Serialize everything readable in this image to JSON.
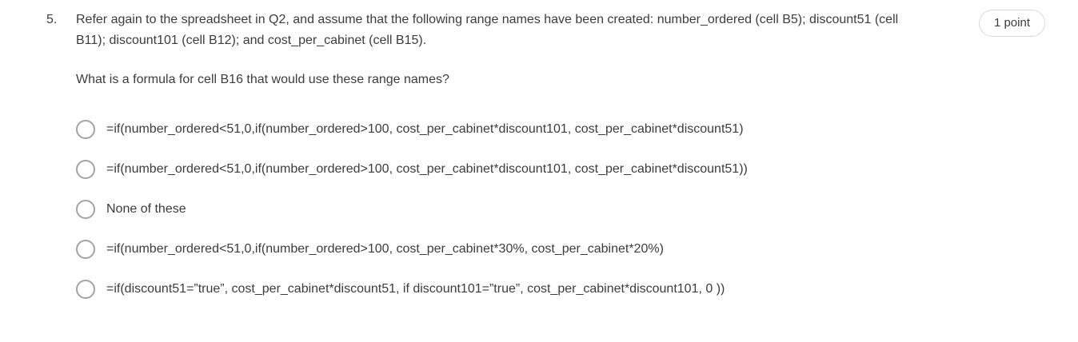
{
  "question": {
    "number": "5.",
    "prompt": "Refer again to the spreadsheet in Q2, and assume that the following range names have been created: number_ordered (cell B5); discount51 (cell B11); discount101 (cell B12); and cost_per_cabinet (cell B15).",
    "subprompt": "What is a formula for cell B16 that would use these range names?",
    "points_badge": "1 point",
    "options": [
      {
        "label": "=if(number_ordered<51,0,if(number_ordered>100, cost_per_cabinet*discount101, cost_per_cabinet*discount51)",
        "selected": false
      },
      {
        "label": "=if(number_ordered<51,0,if(number_ordered>100, cost_per_cabinet*discount101, cost_per_cabinet*discount51))",
        "selected": false
      },
      {
        "label": "None of these",
        "selected": false
      },
      {
        "label": "=if(number_ordered<51,0,if(number_ordered>100, cost_per_cabinet*30%, cost_per_cabinet*20%)",
        "selected": false
      },
      {
        "label": "=if(discount51=”true”, cost_per_cabinet*discount51, if discount101=”true”, cost_per_cabinet*discount101, 0 ))",
        "selected": false
      }
    ]
  },
  "colors": {
    "text": "#3c3c3c",
    "background": "#ffffff",
    "radio_border": "#a3a3a3",
    "badge_border": "#d9d9d9"
  }
}
